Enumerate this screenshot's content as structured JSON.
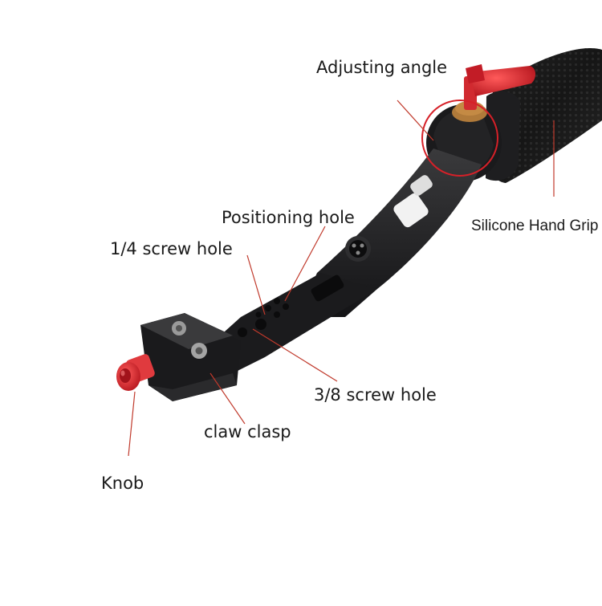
{
  "labels": {
    "adjusting_angle": "Adjusting angle",
    "silicone_hand_grip": "Silicone Hand Grip",
    "positioning_hole": "Positioning hole",
    "quarter_screw_hole": "1/4 screw hole",
    "three_eighth_screw_hole": "3/8 screw hole",
    "claw_clasp": "claw clasp",
    "knob": "Knob"
  },
  "colors": {
    "background": "#ffffff",
    "metal": "#1c1c1e",
    "accent_red": "#d8202a",
    "leader_line": "#c0392b",
    "grip": "#151515"
  }
}
